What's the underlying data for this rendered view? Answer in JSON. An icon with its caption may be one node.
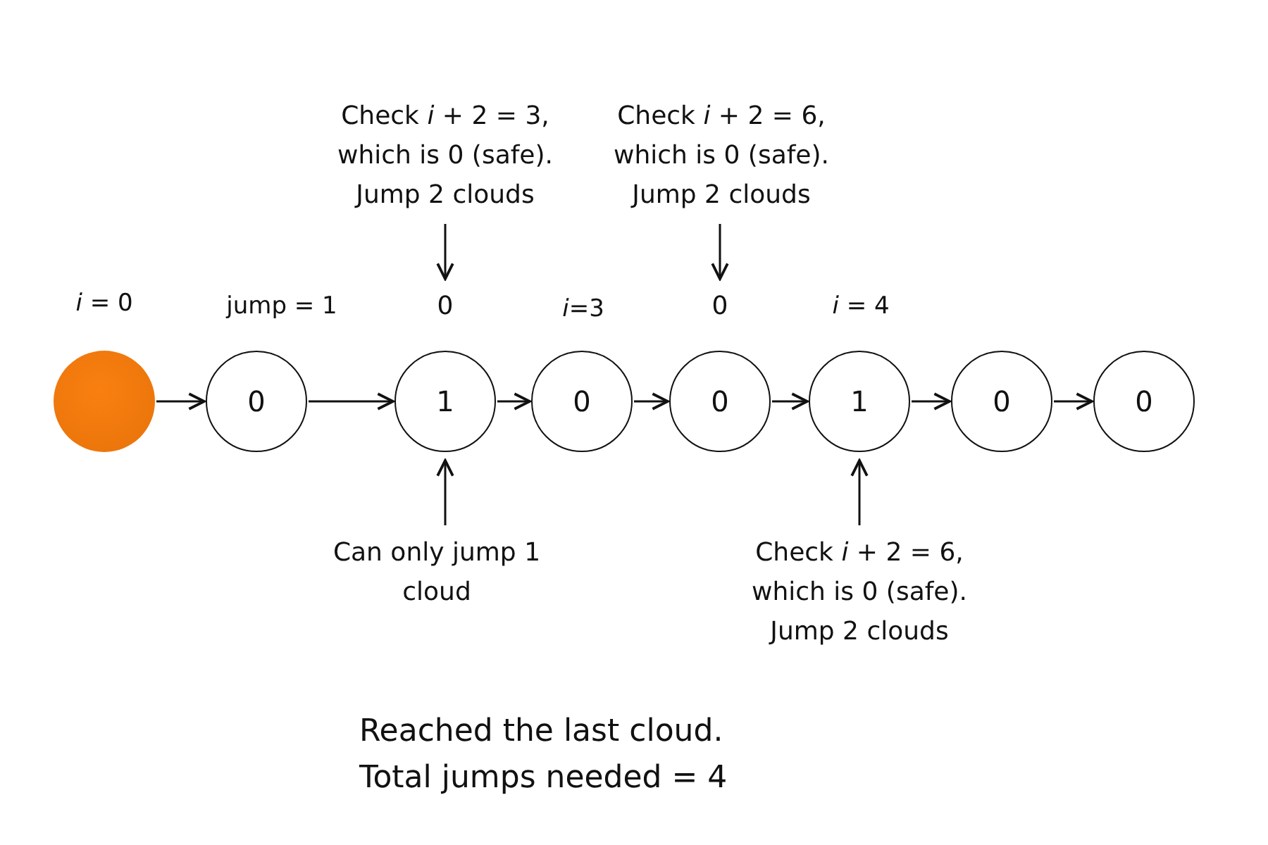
{
  "diagram": {
    "nodes": [
      {
        "text": [],
        "shape": "circle"
      },
      {
        "text": [
          "0"
        ]
      },
      {
        "text": [
          "1"
        ]
      },
      {
        "text": [
          "0"
        ]
      },
      {
        "text": [
          "0"
        ]
      },
      {
        "text": [
          "1"
        ]
      },
      {
        "text": [
          "0"
        ]
      },
      {
        "text": [
          "0"
        ]
      },
      {
        "text": [
          "Check *i* + 2 = 3, which is 0 (safe). Jump 2 clouds"
        ]
      },
      {
        "text": [
          "0"
        ]
      },
      {
        "text": [
          "Check *i* + 2 = 6, which is 0 (safe). Jump 2 clouds"
        ]
      },
      {
        "text": [
          "0"
        ]
      },
      {
        "text": [
          "Can only jump 1 cloud"
        ]
      },
      {
        "text": [
          "Check *i* + 2 = 6, which is 0 (safe). Jump 2 clouds"
        ]
      }
    ],
    "edges": [
      {
        "from": 0,
        "to": 1,
        "arrow": "to"
      },
      {
        "from": 1,
        "to": 2,
        "arrow": "to"
      },
      {
        "from": 2,
        "to": 3,
        "arrow": "to"
      },
      {
        "from": 3,
        "to": 4,
        "arrow": "to"
      },
      {
        "from": 4,
        "to": 5,
        "arrow": "to"
      },
      {
        "from": 5,
        "to": 6,
        "arrow": "to"
      },
      {
        "from": 6,
        "to": 7,
        "arrow": "to"
      },
      {
        "from": 8,
        "to": 9,
        "arrow": "to"
      },
      {
        "from": 10,
        "to": 11,
        "arrow": "to"
      },
      {
        "from": 12,
        "to": 2,
        "arrow": "to"
      },
      {
        "from": 13,
        "to": 5,
        "arrow": "to"
      }
    ],
    "labels": [
      "*i* = 0",
      "jump = 1",
      "*i*=3",
      "*i* = 4",
      "Reached the last cloud. Total jumps needed = 4"
    ]
  }
}
